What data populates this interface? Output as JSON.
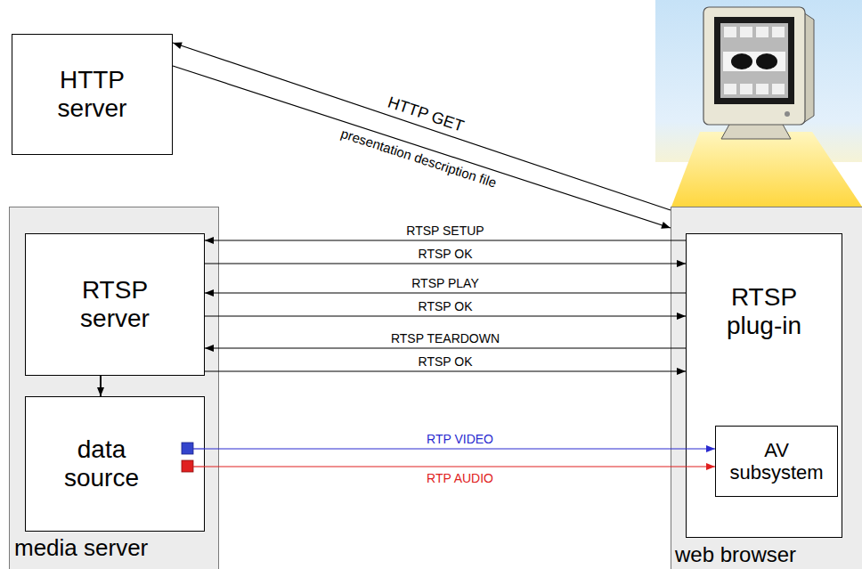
{
  "diagram": {
    "nodes": [
      {
        "text": [
          "HTTP server"
        ]
      },
      {
        "text": [
          "media server"
        ]
      },
      {
        "text": [
          "RTSP server"
        ],
        "in": 1
      },
      {
        "text": [
          "data source"
        ],
        "in": 1
      },
      {
        "text": [
          "web browser"
        ]
      },
      {
        "text": [
          "RTSP plug-in"
        ],
        "in": 4
      },
      {
        "text": [
          "AV subsystem"
        ],
        "in": 5
      }
    ],
    "edges": [
      {
        "from": 4,
        "to": 0,
        "label": "HTTP GET",
        "arrow": "to"
      },
      {
        "from": 0,
        "to": 4,
        "label": "presentation description file",
        "arrow": "to"
      },
      {
        "from": 5,
        "to": 2,
        "label": "RTSP SETUP",
        "arrow": "to"
      },
      {
        "from": 2,
        "to": 5,
        "label": "RTSP OK",
        "arrow": "to"
      },
      {
        "from": 5,
        "to": 2,
        "label": "RTSP PLAY",
        "arrow": "to"
      },
      {
        "from": 2,
        "to": 5,
        "label": "RTSP OK",
        "arrow": "to"
      },
      {
        "from": 5,
        "to": 2,
        "label": "RTSP TEARDOWN",
        "arrow": "to"
      },
      {
        "from": 2,
        "to": 5,
        "label": "RTSP OK",
        "arrow": "to"
      },
      {
        "from": 3,
        "to": 6,
        "label": "RTP VIDEO",
        "arrow": "to"
      },
      {
        "from": 3,
        "to": 6,
        "label": "RTP AUDIO",
        "arrow": "to"
      },
      {
        "from": 2,
        "to": 3,
        "arrow": "to"
      }
    ]
  }
}
